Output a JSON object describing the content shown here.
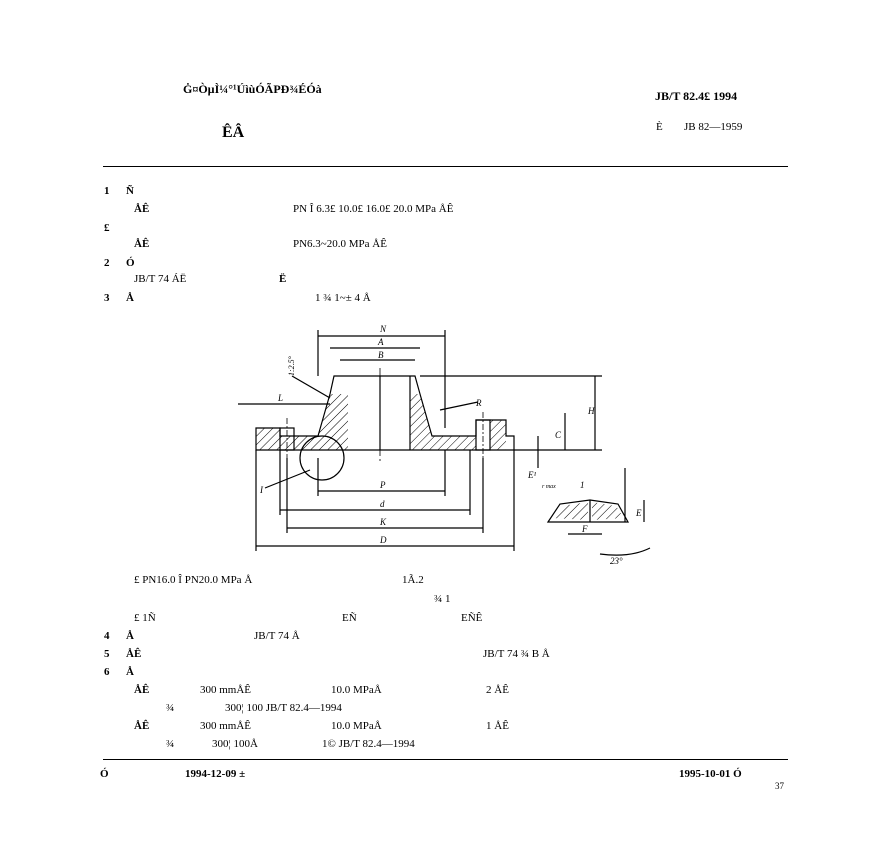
{
  "header": {
    "title": "Ġ¤ÒµÌ¼°¹ÚìùÓÃPÐ¾ÉÓà",
    "subtitle": "ÊÂ",
    "std_no": "JB/T  82.4£  1994",
    "replaces": "JB  82—1959",
    "replaces_mark": "È"
  },
  "lines": [
    {
      "num": "1",
      "label": "Ñ",
      "text": ""
    },
    {
      "num": "",
      "label": "ÅÊ",
      "text": "PN Î    6.3£  10.0£  16.0£  20.0  MPa ÅÊ"
    },
    {
      "num": "£",
      "label": "",
      "text": ""
    },
    {
      "num": "",
      "label": "ÅÊ",
      "text": "PN6.3~20.0 MPa ÅÊ"
    },
    {
      "num": "2",
      "label": "Ó",
      "text": ""
    },
    {
      "num": "",
      "label": "",
      "text": "JB/T  74    ÁË"
    },
    {
      "num": "3",
      "label": "Å",
      "text": "1 ¾     1~±    4 Å"
    }
  ],
  "drawing_labels": {
    "N": "N",
    "A": "A",
    "B": "B",
    "L": "L",
    "R": "R",
    "H": "H",
    "C": "C",
    "E1": "E¹",
    "P": "P",
    "d": "d",
    "K": "K",
    "D": "D",
    "I": "I",
    "angle": "1:2.5°",
    "rmax": "r max",
    "mark1": "1",
    "E": "E",
    "F": "F",
    "deg": "23°"
  },
  "notes": {
    "n1": "£    PN16.0 Î    PN20.0 MPa Å",
    "n1b": "1Ã.2",
    "n1c": "¾  1",
    "n2a": "£    1Ñ",
    "n2b": "EÑ",
    "n2c": "EÑÊ",
    "l4": "JB/T  74 Å",
    "l4_num": "4",
    "l4_label": "Å",
    "l5_num": "5",
    "l5_label": "ÅÊ",
    "l5_text": "JB/T  74 ¾      B Å",
    "l6_num": "6",
    "l6_label": "Å",
    "r1a": "ÅÊ",
    "r1b": "300 mmÅÊ",
    "r1c": "10.0 MPaÅ",
    "r1d": "2 ÅÊ",
    "r2a": "¾",
    "r2b": "300¦  100    JB/T  82.4—1994",
    "r3a": "ÅÊ",
    "r3b": "300 mmÅÊ",
    "r3c": "10.0 MPaÅ",
    "r3d": "1 ÅÊ",
    "r4a": "¾",
    "r4b": "300¦  100Å",
    "r4c": "1©    JB/T  82.4—1994"
  },
  "footer": {
    "left_mark": "Ó",
    "issue_date": "1994-12-09  ±",
    "impl_date": "1995-10-01  Ó",
    "page_no": "37"
  }
}
